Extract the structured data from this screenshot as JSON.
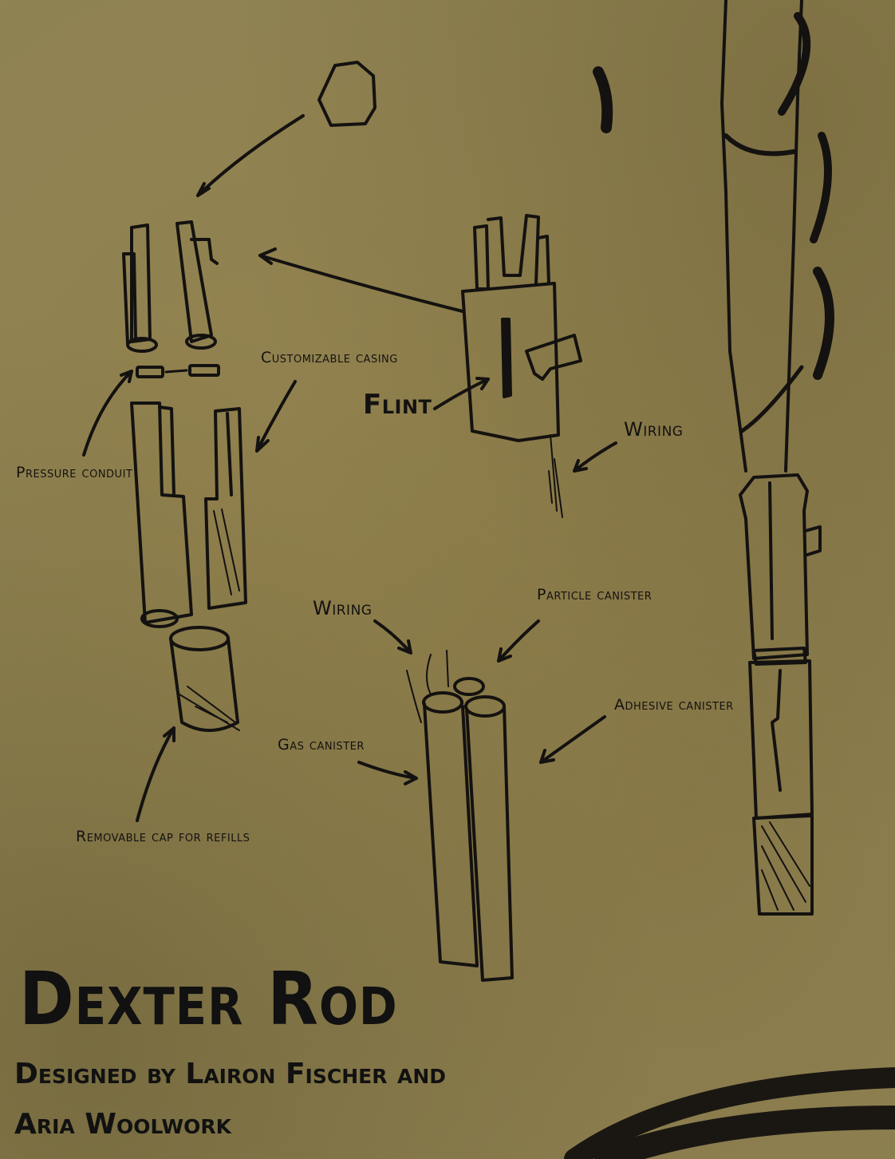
{
  "title": "Dexter Rod",
  "credits": {
    "line1": "Designed by Lairon Fischer and",
    "line2": "Aria Woolwork"
  },
  "labels": {
    "customizable_casing": "Customizable casing",
    "pressure_conduit": "Pressure conduit",
    "flint": "Flint",
    "wiring_top": "Wiring",
    "wiring_bottom": "Wiring",
    "particle_canister": "Particle canister",
    "adhesive_canister": "Adhesive canister",
    "gas_canister": "Gas canister",
    "removable_cap": "Removable cap for refills"
  },
  "colors": {
    "ink": "#141210",
    "paper": "#8f8253"
  }
}
